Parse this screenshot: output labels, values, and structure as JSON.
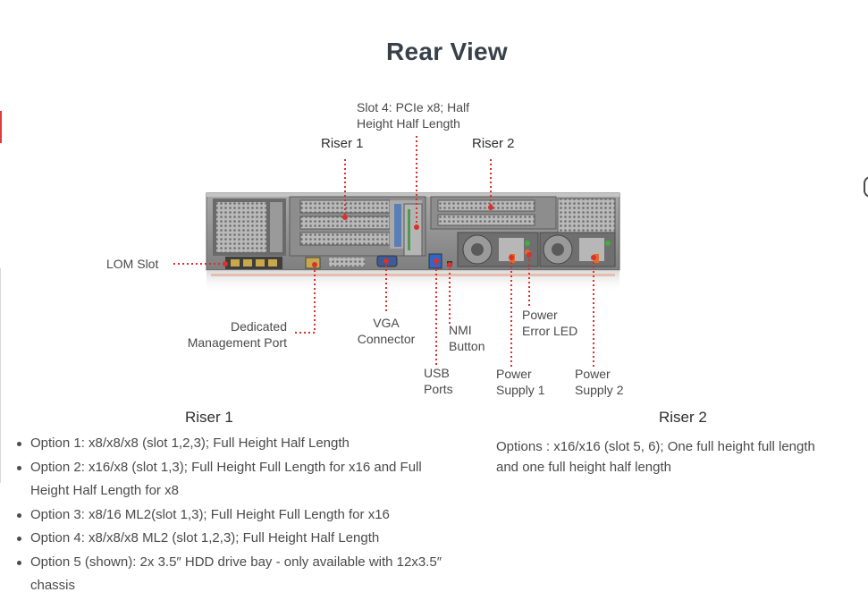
{
  "page": {
    "title": "Rear View"
  },
  "callouts": {
    "slot4": [
      "Slot 4: PCIe x8; Half",
      "Height Half Length"
    ],
    "riser1": "Riser 1",
    "riser2": "Riser 2",
    "lom_slot": "LOM Slot",
    "dedicated_mgmt": [
      "Dedicated",
      "Management Port"
    ],
    "vga": [
      "VGA",
      "Connector"
    ],
    "nmi": [
      "NMI",
      "Button"
    ],
    "usb": [
      "USB",
      "Ports"
    ],
    "power_error_led": [
      "Power",
      "Error LED"
    ],
    "power_supply_1": [
      "Power",
      "Supply 1"
    ],
    "power_supply_2": [
      "Power",
      "Supply 2"
    ]
  },
  "riser1_section": {
    "heading": "Riser 1",
    "options": [
      "Option 1: x8/x8/x8 (slot 1,2,3); Full Height Half Length",
      "Option 2: x16/x8 (slot 1,3); Full Height Full Length for x16 and Full",
      "Height Half Length for x8",
      "Option 3: x8/16 ML2(slot 1,3); Full Height Full Length for x16",
      "Option 4: x8/x8/x8 ML2 (slot 1,2,3); Full Height Half Length",
      "Option 5 (shown): 2x 3.5″ HDD drive bay - only available with 12x3.5″",
      "chassis"
    ]
  },
  "riser2_section": {
    "heading": "Riser 2",
    "text": [
      "Options : x16/x16 (slot 5, 6); One full height full length",
      "and one full height half length"
    ]
  },
  "colors": {
    "accent_red": "#d9312b",
    "title": "#38404a",
    "chassis_gray": "#8c8c8c"
  }
}
